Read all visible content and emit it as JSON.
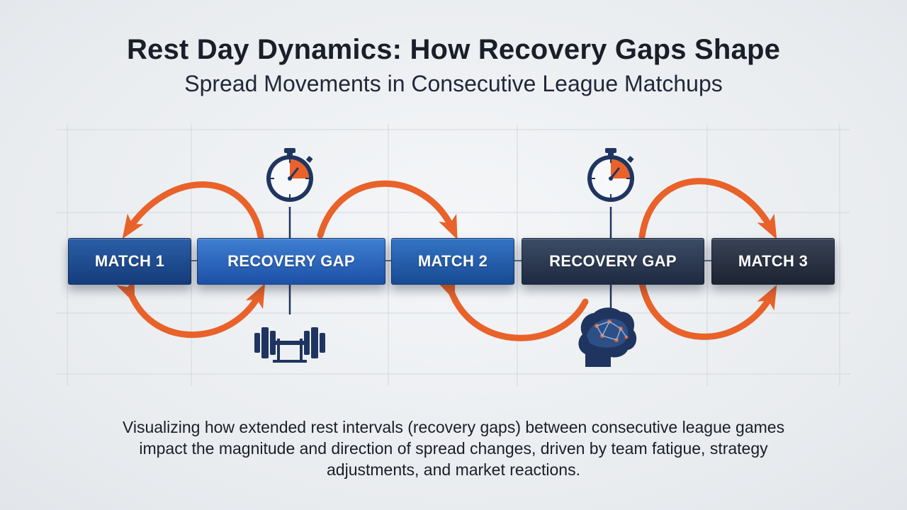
{
  "header": {
    "title": "Rest Day Dynamics: How Recovery Gaps Shape",
    "subtitle": "Spread Movements in Consecutive League Matchups"
  },
  "timeline": {
    "nodes": [
      {
        "label": "MATCH 1",
        "kind": "match"
      },
      {
        "label": "RECOVERY GAP",
        "kind": "gap"
      },
      {
        "label": "MATCH 2",
        "kind": "match"
      },
      {
        "label": "RECOVERY GAP",
        "kind": "gap"
      },
      {
        "label": "MATCH 3",
        "kind": "match"
      }
    ],
    "icons": [
      "stopwatch-icon",
      "stopwatch-icon",
      "dumbbell-icon",
      "brain-head-icon"
    ]
  },
  "caption": "Visualizing how extended rest intervals (recovery gaps) between consecutive league games impact the magnitude and direction of spread changes, driven by team fatigue, strategy adjustments, and market reactions.",
  "colors": {
    "arrow": "#e8622a",
    "navy": "#1a3a6e",
    "match_blue": "#1f4d92",
    "gap_blue": "#2a64bf",
    "gap_dark": "#2a354b"
  }
}
